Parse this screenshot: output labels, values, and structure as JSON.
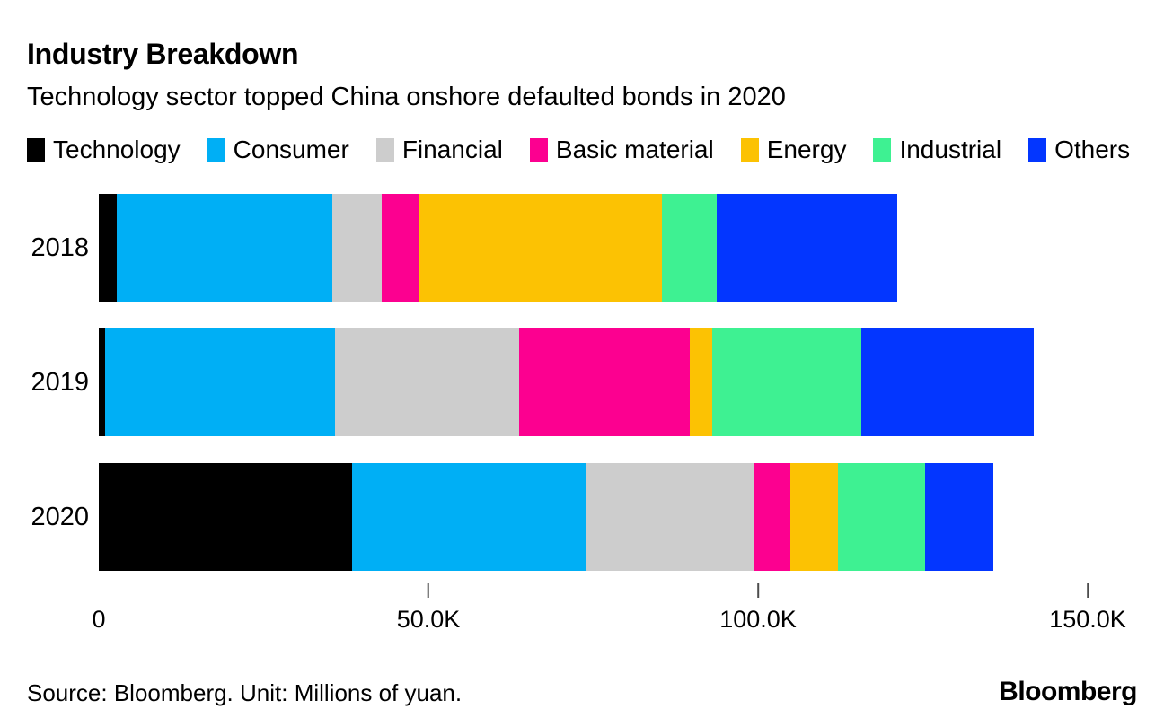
{
  "header": {
    "title": "Industry Breakdown",
    "subtitle": "Technology sector topped China onshore defaulted bonds in 2020"
  },
  "chart_data": {
    "type": "bar",
    "orientation": "horizontal",
    "stacked": true,
    "title": "Industry Breakdown",
    "subtitle": "Technology sector topped China onshore defaulted bonds in 2020",
    "categories": [
      "2018",
      "2019",
      "2020"
    ],
    "series": [
      {
        "name": "Technology",
        "color": "#000000",
        "values": [
          2.7,
          1.0,
          38.4
        ]
      },
      {
        "name": "Consumer",
        "color": "#00aff5",
        "values": [
          32.7,
          34.9,
          35.4
        ]
      },
      {
        "name": "Financial",
        "color": "#cdcdcd",
        "values": [
          7.5,
          27.8,
          25.7
        ]
      },
      {
        "name": "Basic material",
        "color": "#fc0090",
        "values": [
          5.6,
          26.0,
          5.4
        ]
      },
      {
        "name": "Energy",
        "color": "#fcc203",
        "values": [
          36.9,
          3.4,
          7.2
        ]
      },
      {
        "name": "Industrial",
        "color": "#3ef192",
        "values": [
          8.3,
          22.6,
          13.2
        ]
      },
      {
        "name": "Others",
        "color": "#0336ff",
        "values": [
          27.4,
          26.2,
          10.4
        ]
      }
    ],
    "value_unit": "K",
    "xlim": [
      0,
      150
    ],
    "x_ticks": [
      {
        "value": 0,
        "label": "0",
        "tick_mark": false
      },
      {
        "value": 50,
        "label": "50.0K",
        "tick_mark": true
      },
      {
        "value": 100,
        "label": "100.0K",
        "tick_mark": true
      },
      {
        "value": 150,
        "label": "150.0K",
        "tick_mark": true
      }
    ],
    "legend_position": "top",
    "grid": false
  },
  "footer": {
    "source": "Source: Bloomberg. Unit: Millions of yuan.",
    "logo": "Bloomberg"
  }
}
